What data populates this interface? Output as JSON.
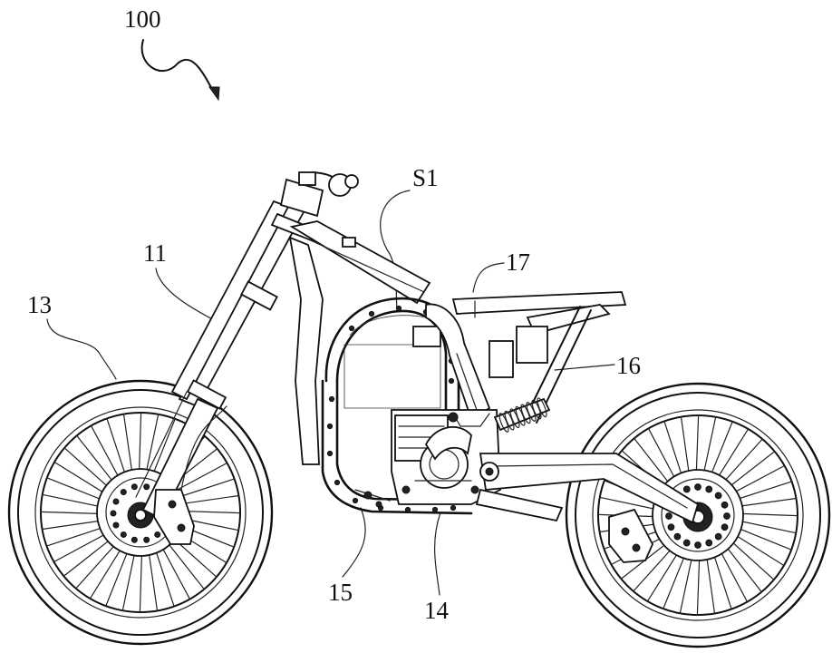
{
  "figure": {
    "ref_main": "100",
    "labels": {
      "front_fork": "11",
      "front_wheel": "13",
      "engine": "14",
      "frame_lower": "15",
      "rear_shock": "16",
      "seat_frame": "17",
      "space": "S1"
    }
  },
  "colors": {
    "ink": "#111111",
    "paper": "#ffffff"
  }
}
